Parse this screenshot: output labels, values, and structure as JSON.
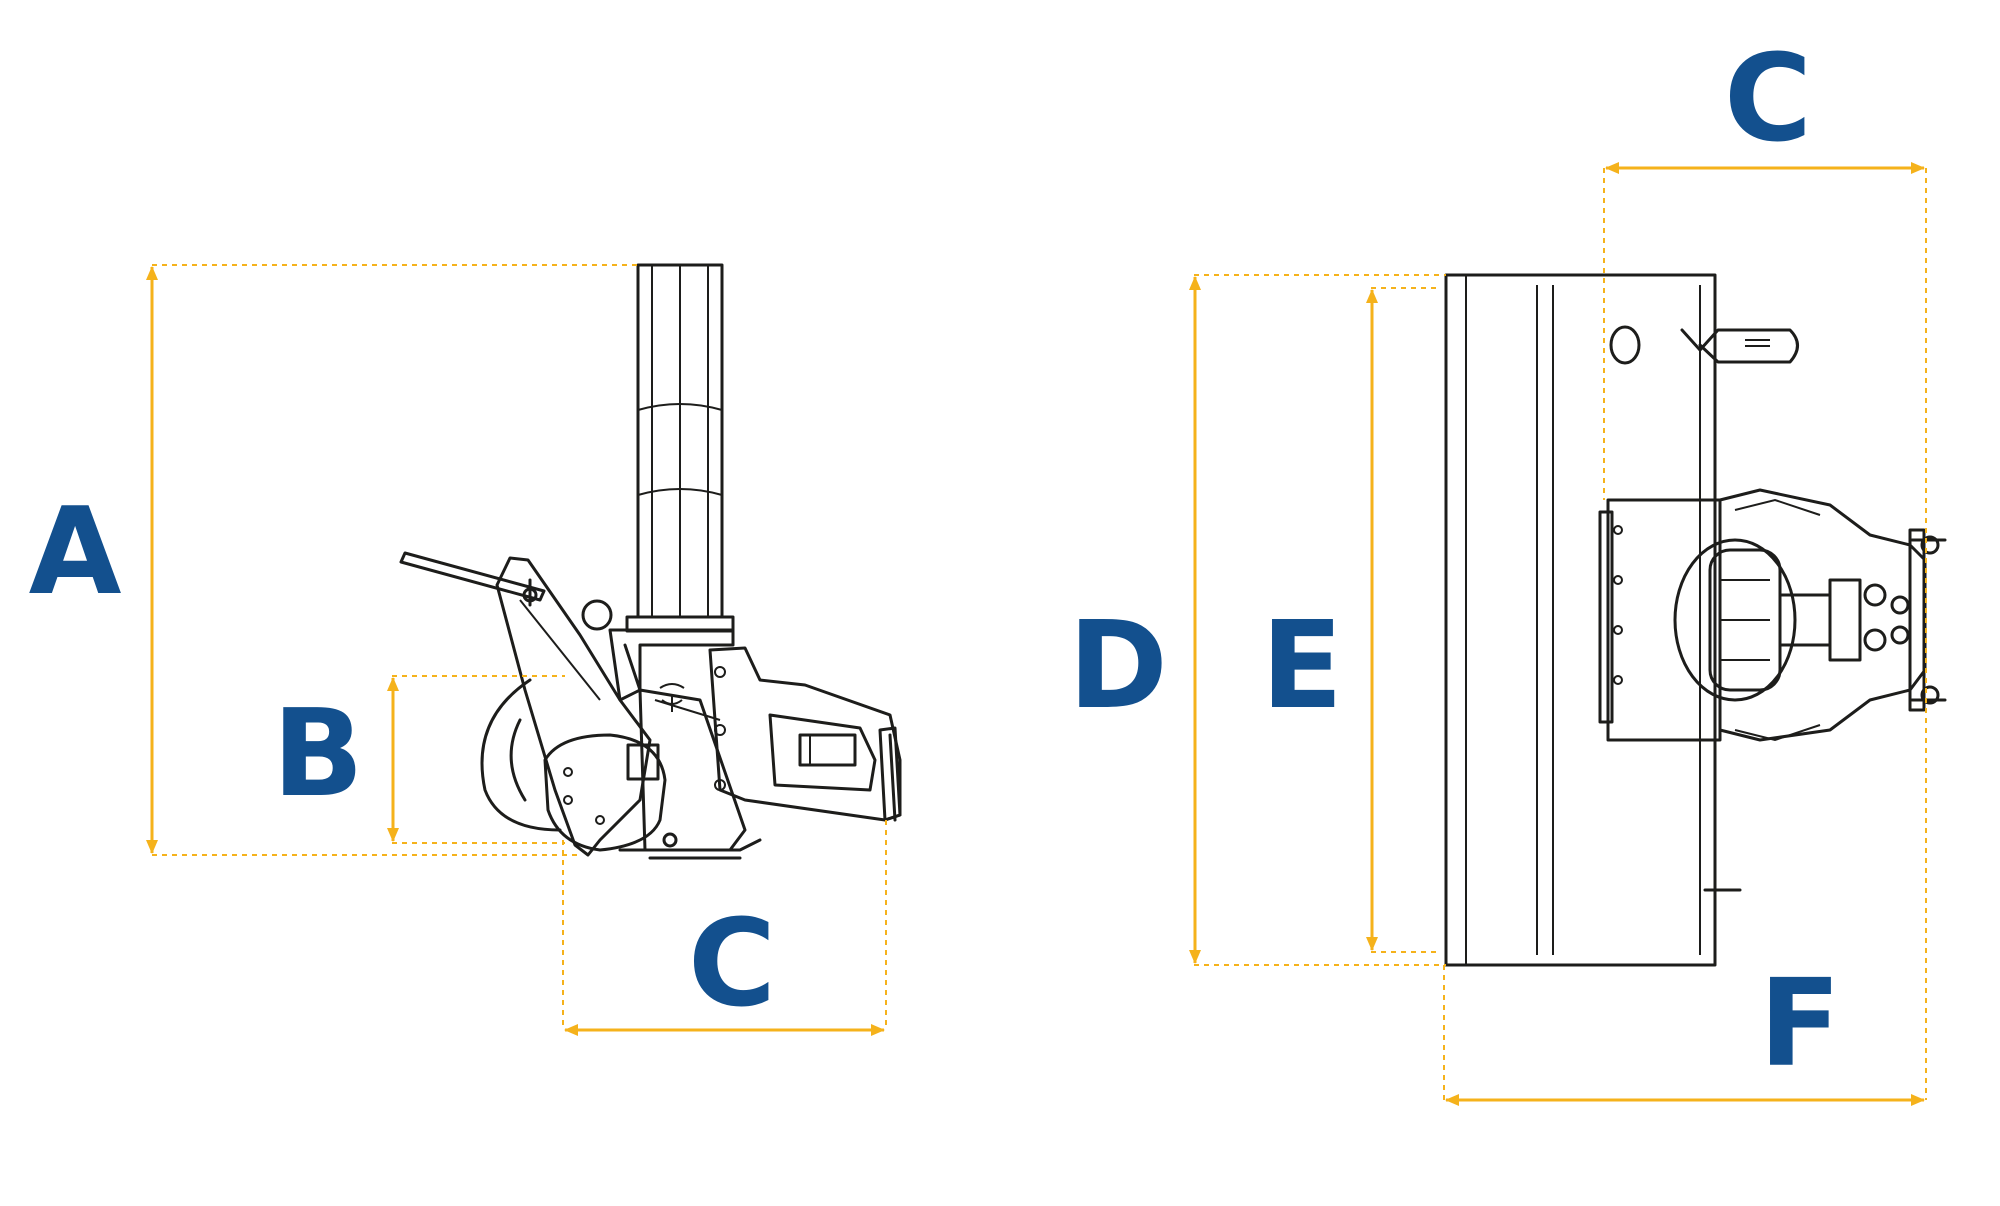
{
  "colors": {
    "dimension_line": "#F5B21B",
    "label": "#13508E",
    "machine_line": "#1d1d1b",
    "background": "#ffffff"
  },
  "side_view": {
    "labels": {
      "height_total": "A",
      "height_lower": "B",
      "depth": "C"
    }
  },
  "top_view": {
    "labels": {
      "depth": "C",
      "width_outer": "D",
      "width_inner": "E",
      "length_total": "F"
    }
  },
  "icons": {
    "brand_mark": "trefoil-logo-icon"
  }
}
